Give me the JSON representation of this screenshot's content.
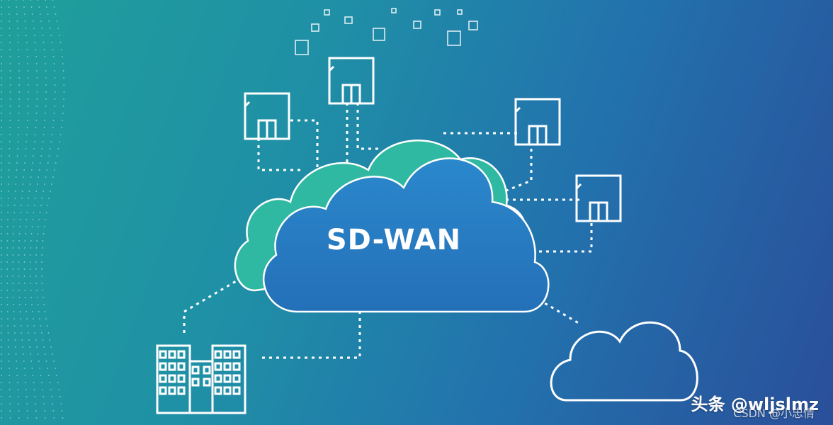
{
  "diagram": {
    "center_label": "SD-WAN",
    "nodes": [
      {
        "name": "branch-office-top-left",
        "icon": "office-building-icon"
      },
      {
        "name": "branch-office-top-center",
        "icon": "office-building-icon"
      },
      {
        "name": "branch-office-top-right",
        "icon": "office-building-icon"
      },
      {
        "name": "branch-office-right",
        "icon": "office-building-icon"
      },
      {
        "name": "headquarters",
        "icon": "headquarters-building-icon"
      },
      {
        "name": "public-cloud",
        "icon": "cloud-icon"
      }
    ],
    "colors": {
      "primary_cloud": "#2a82c8",
      "back_cloud": "#2fb9a3",
      "outline": "#ffffff"
    }
  },
  "watermark": {
    "main": "头条 @wljslmz",
    "sub": "CSDN @小忠情"
  }
}
